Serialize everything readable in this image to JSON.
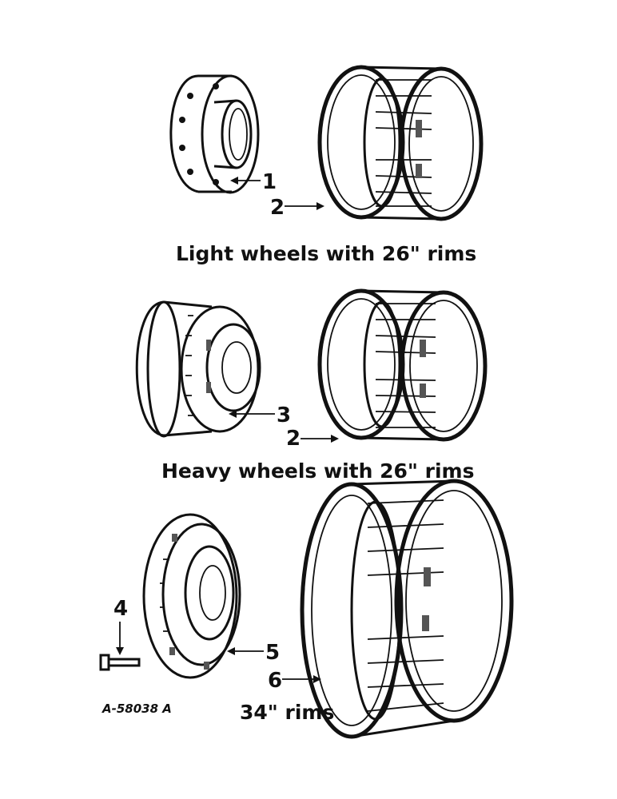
{
  "captions": {
    "light": "Light wheels with 26\" rims",
    "heavy": "Heavy wheels with 26\" rims",
    "rims34": "34\" rims"
  },
  "callouts": {
    "c1": "1",
    "c2a": "2",
    "c2b": "2",
    "c3": "3",
    "c4": "4",
    "c5": "5",
    "c6": "6"
  },
  "figure_code": "A-58038 A"
}
